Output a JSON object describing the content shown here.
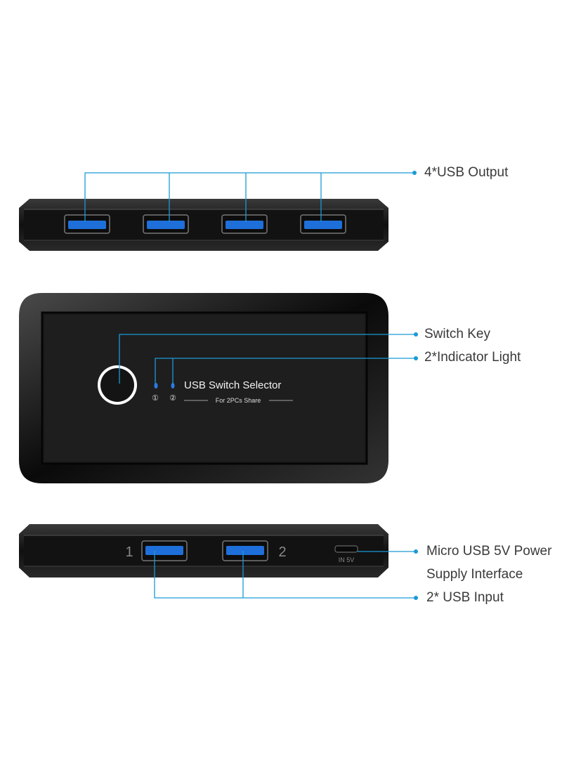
{
  "callouts": {
    "usb_output": "4*USB Output",
    "switch_key": "Switch Key",
    "indicator_light": "2*Indicator Light",
    "power_line1": "Micro USB 5V Power",
    "power_line2": "Supply Interface",
    "usb_input": "2* USB Input"
  },
  "device_top": {
    "title": "USB Switch Selector",
    "subtitle": "For 2PCs Share",
    "led_1": "①",
    "led_2": "②"
  },
  "device_back": {
    "port_1": "1",
    "port_2": "2",
    "power_label": "IN 5V"
  },
  "colors": {
    "leader_line": "#1a9ad6",
    "usb_port_blue": "#1e6fd9",
    "body": "#151515",
    "led": "#2c7be5"
  },
  "icons": [
    "usb-port",
    "switch-button",
    "indicator-led",
    "micro-usb-port"
  ]
}
